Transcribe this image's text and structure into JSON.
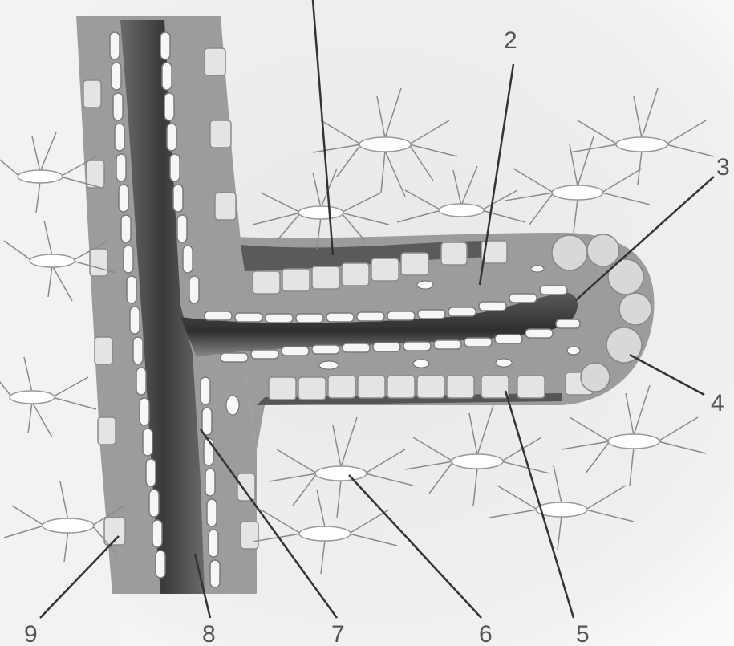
{
  "labels": {
    "l2": "2",
    "l3": "3",
    "l4": "4",
    "l5": "5",
    "l6": "6",
    "l7": "7",
    "l8": "8",
    "l9": "9"
  },
  "colors": {
    "background": "#ffffff",
    "tissue": "#ececec",
    "vessel_wall": "#9a9a9a",
    "lumen": "#4a4a4a",
    "cells": "#f4f4f4",
    "leader": "#444444",
    "label": "#555555"
  }
}
